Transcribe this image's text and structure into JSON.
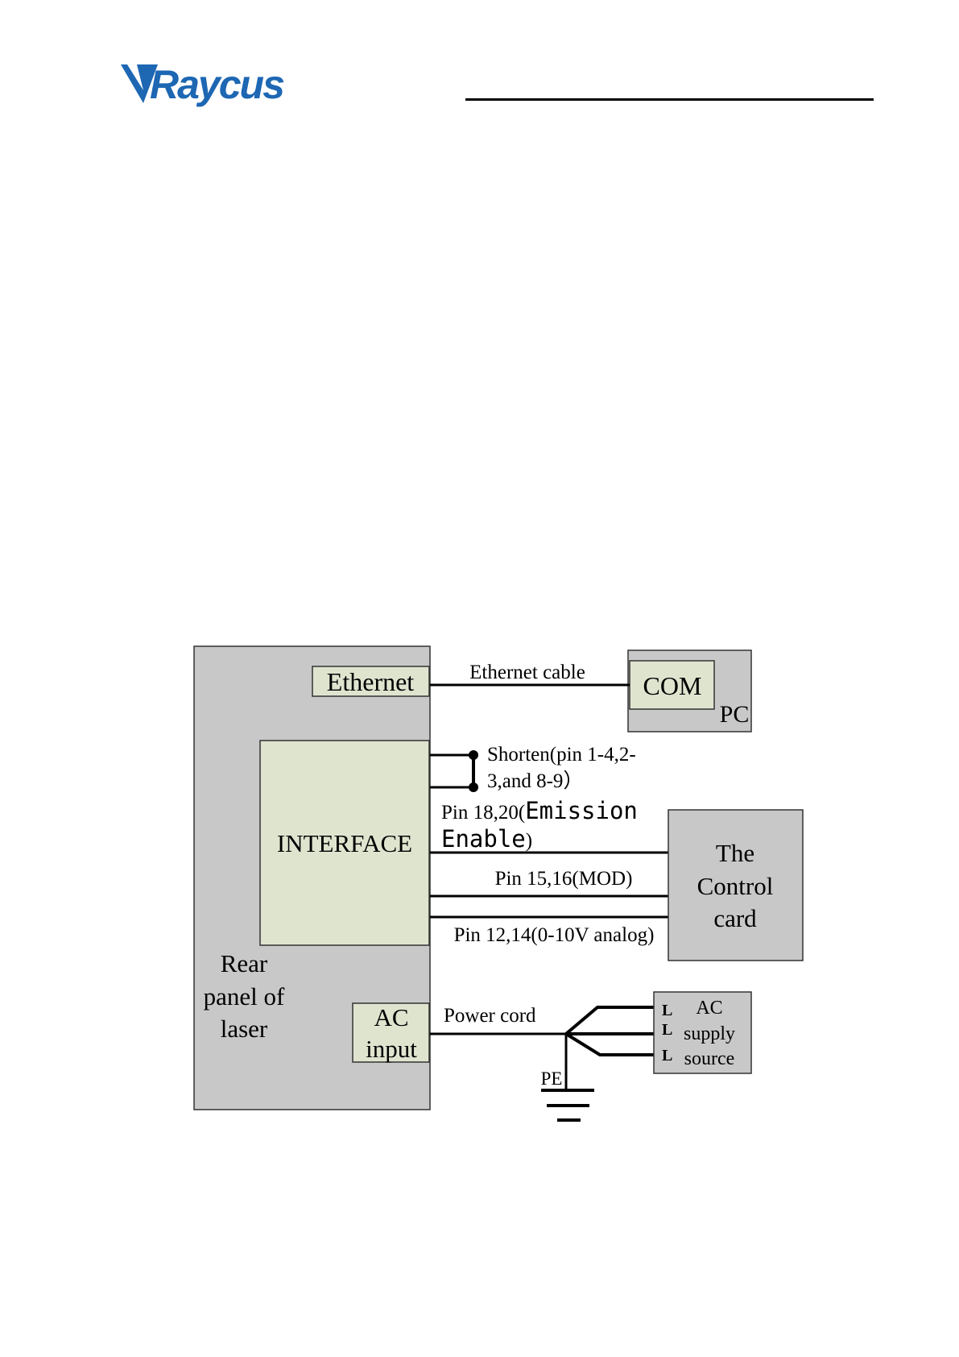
{
  "brand": {
    "logo_text": "Raycus",
    "accent_color": "#1d67b3"
  },
  "colors": {
    "panel_gray": "#c8c8c8",
    "port_green": "#dfe4cf",
    "line": "#000000"
  },
  "diagram": {
    "laser_panel": {
      "label_lines": [
        "Rear",
        "panel of",
        "laser"
      ],
      "ports": {
        "ethernet": "Ethernet",
        "interface": "INTERFACE",
        "ac_input_lines": [
          "AC",
          "input"
        ]
      }
    },
    "pc": {
      "port": "COM",
      "label": "PC"
    },
    "control_card": {
      "label_lines": [
        "The",
        "Control",
        "card"
      ]
    },
    "ac_supply": {
      "pin_labels": [
        "L",
        "L",
        "L"
      ],
      "label_lines": [
        "AC",
        "supply",
        "source"
      ]
    },
    "connections": {
      "ethernet_cable": "Ethernet cable",
      "shorten_line1": "Shorten(pin 1-4,2-",
      "shorten_line2": "3,and 8-9）",
      "emission_prefix": "Pin 18,20(",
      "emission_word1": "Emission",
      "emission_word2": "Enable",
      "emission_suffix": ")",
      "mod": "Pin 15,16(MOD)",
      "analog": "Pin 12,14(0-10V analog)",
      "power_cord": "Power cord",
      "ground": "PE"
    }
  }
}
